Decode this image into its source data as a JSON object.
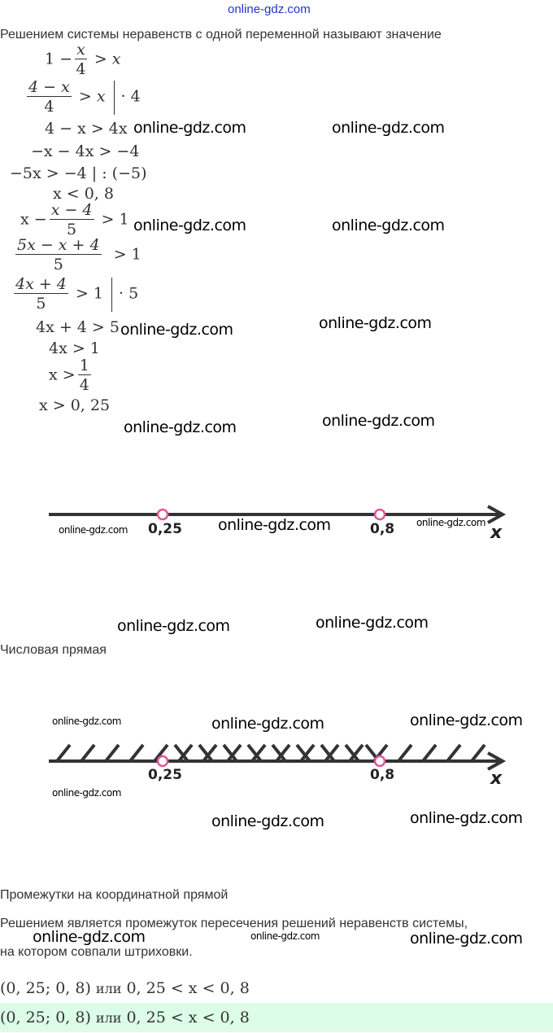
{
  "header": {
    "site": "online-gdz.com"
  },
  "watermark": "online-gdz.com",
  "intro": "Решением системы неравенств с одной переменной называют значение",
  "math": {
    "l1": {
      "pre": "1 −",
      "num": "x",
      "den": "4",
      "post": "> x"
    },
    "l2": {
      "num": "4 − x",
      "den": "4",
      "post": "> x",
      "mult": "· 4"
    },
    "l3": "4 − x  >  4x",
    "l4": "−x − 4x  >  −4",
    "l5": "−5x  >  −4  |  : (−5)",
    "l6": "x  <  0, 8",
    "l7": {
      "pre": "x −",
      "num": "x − 4",
      "den": "5",
      "post": "> 1"
    },
    "l8": {
      "num": "5x − x + 4",
      "den": "5",
      "post": "> 1"
    },
    "l9": {
      "num": "4x + 4",
      "den": "5",
      "post": "> 1",
      "mult": "· 5"
    },
    "l10": "4x + 4  >  5",
    "l11": "4x  >  1",
    "l12": {
      "pre": "x  >",
      "num": "1",
      "den": "4"
    },
    "l13": "x  >  0, 25"
  },
  "number_line_1": {
    "points": [
      {
        "label": "0,25",
        "value": 0.25
      },
      {
        "label": "0,8",
        "value": 0.8
      }
    ],
    "axis": "x",
    "caption": "Числовая прямая"
  },
  "number_line_2": {
    "points": [
      {
        "label": "0,25",
        "value": 0.25
      },
      {
        "label": "0,8",
        "value": 0.8
      }
    ],
    "axis": "x",
    "caption": "Промежутки на координатной прямой",
    "point_color": "#e0559a"
  },
  "conclusion": "Решением является промежуток пересечения решений неравенств системы,",
  "conclusion2": "на котором совпали штриховки.",
  "answer": {
    "interval": "(0, 25; 0, 8)",
    "or": "или",
    "ineq": "0, 25  <  x  <  0, 8"
  }
}
